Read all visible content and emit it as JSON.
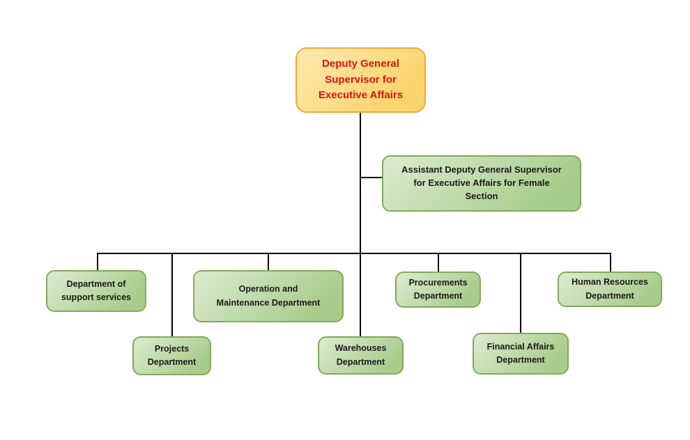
{
  "colors": {
    "background": "#ffffff",
    "connector": "#000000",
    "orange_fill_light": "#fdeab0",
    "orange_fill_dark": "#fcd46c",
    "orange_border": "#f2a73b",
    "root_text": "#e01212",
    "green_fill_light": "#dcebcf",
    "green_fill_dark": "#a7cc8b",
    "green_border": "#83a85c",
    "node_text": "#1a1a1a"
  },
  "org_chart": {
    "root": {
      "label": "Deputy General\nSupervisor for\nExecutive Affairs"
    },
    "assistant": {
      "label": "Assistant Deputy General Supervisor\nfor Executive Affairs for Female\nSection"
    },
    "departments": [
      {
        "label": "Department of\nsupport services"
      },
      {
        "label": "Projects\nDepartment"
      },
      {
        "label": "Operation and\nMaintenance Department"
      },
      {
        "label": "Warehouses\nDepartment"
      },
      {
        "label": "Procurements\nDepartment"
      },
      {
        "label": "Financial Affairs\nDepartment"
      },
      {
        "label": "Human Resources\nDepartment"
      }
    ]
  }
}
